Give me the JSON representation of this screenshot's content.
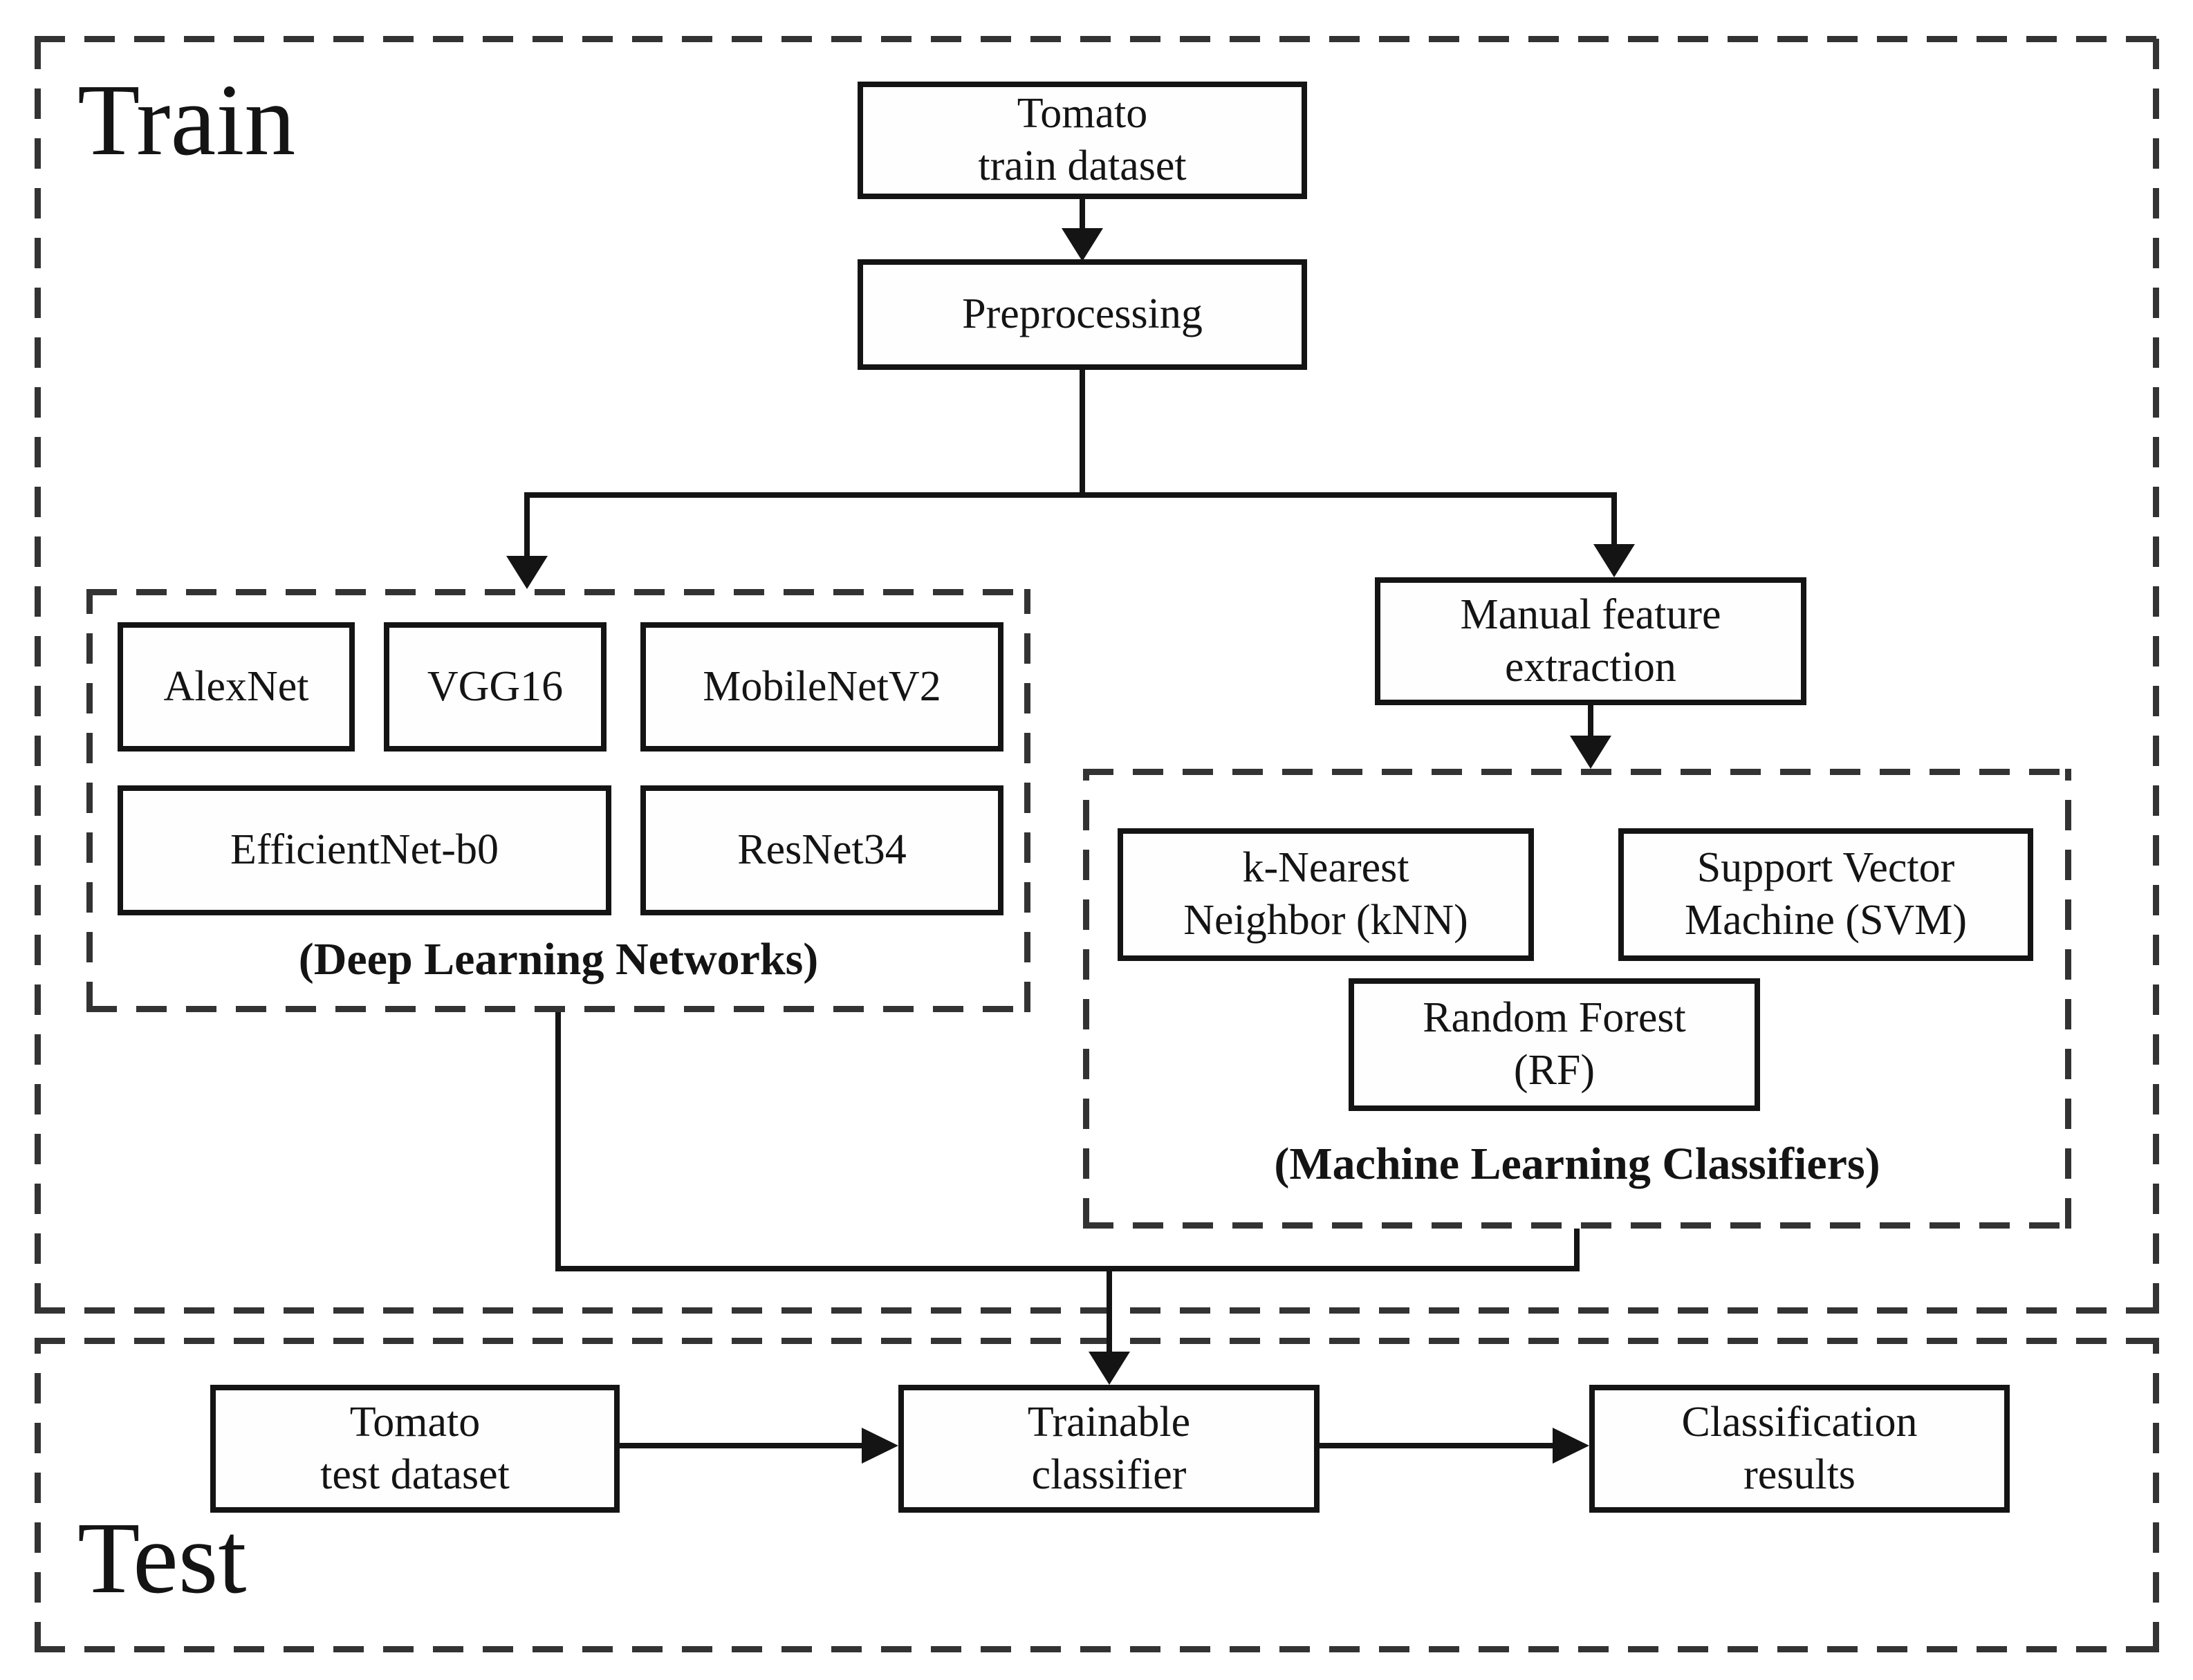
{
  "sections": {
    "train": {
      "label": "Train"
    },
    "test": {
      "label": "Test"
    }
  },
  "nodes": {
    "tomato_train": {
      "lines": [
        "Tomato",
        "train dataset"
      ]
    },
    "preprocessing": {
      "lines": [
        "Preprocessing"
      ]
    },
    "manual_feature": {
      "lines": [
        "Manual feature",
        "extraction"
      ]
    },
    "alexnet": {
      "lines": [
        "AlexNet"
      ]
    },
    "vgg16": {
      "lines": [
        "VGG16"
      ]
    },
    "mobilenetv2": {
      "lines": [
        "MobileNetV2"
      ]
    },
    "efficientnet_b0": {
      "lines": [
        "EfficientNet-b0"
      ]
    },
    "resnet34": {
      "lines": [
        "ResNet34"
      ]
    },
    "knn": {
      "lines": [
        "k-Nearest",
        "Neighbor (kNN)"
      ]
    },
    "svm": {
      "lines": [
        "Support Vector",
        "Machine (SVM)"
      ]
    },
    "random_forest": {
      "lines": [
        "Random Forest",
        "(RF)"
      ]
    },
    "tomato_test": {
      "lines": [
        "Tomato",
        "test dataset"
      ]
    },
    "trainable_classifier": {
      "lines": [
        "Trainable",
        "classifier"
      ]
    },
    "classification_results": {
      "lines": [
        "Classification",
        "results"
      ]
    }
  },
  "groups": {
    "deep_learning": {
      "caption": "(Deep Learning Networks)"
    },
    "machine_learning": {
      "caption": "(Machine Learning Classifiers)"
    }
  },
  "colors": {
    "line": "#141414",
    "dash": "#333333",
    "background": "#ffffff",
    "box_fill": "#fefefe",
    "text": "#141414"
  }
}
